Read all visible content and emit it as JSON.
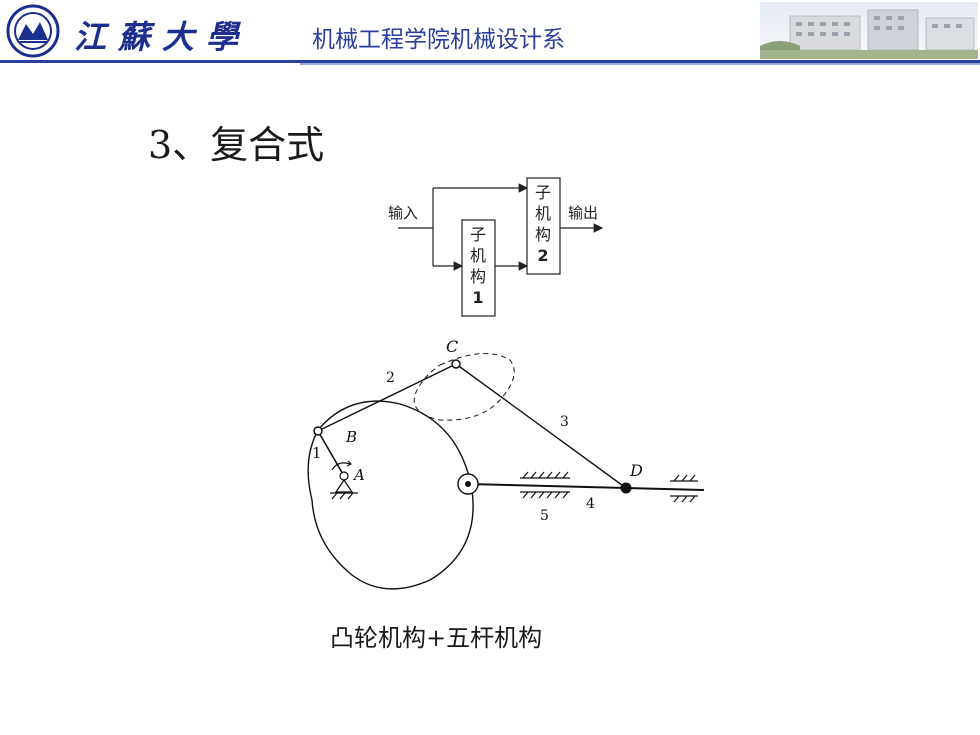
{
  "header": {
    "university_name": "江蘇大學",
    "department": "机械工程学院机械设计系"
  },
  "slide": {
    "title": "3、复合式",
    "caption": "凸轮机构+五杆机构"
  },
  "block_diagram": {
    "input_label": "输入",
    "output_label": "输出",
    "sub1_lines": [
      "子",
      "机",
      "构",
      "1"
    ],
    "sub2_lines": [
      "子",
      "机",
      "构",
      "2"
    ]
  },
  "mechanism": {
    "label_A": "A",
    "label_B": "B",
    "label_C": "C",
    "label_D": "D",
    "label_1": "1",
    "label_2": "2",
    "label_3": "3",
    "label_4": "4",
    "label_5": "5"
  },
  "colors": {
    "accent": "#2b3f9e",
    "brand": "#1c2f8f"
  }
}
